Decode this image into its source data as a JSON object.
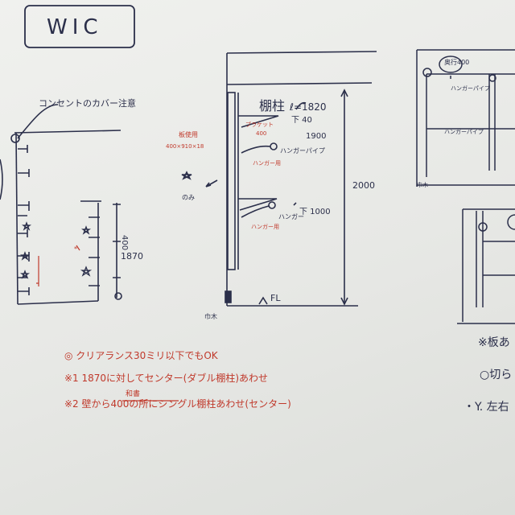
{
  "title": "WIC",
  "plan": {
    "outlet_note": "コンセントのカバー注意",
    "right_dims": [
      "400",
      "1870"
    ]
  },
  "section": {
    "post_label": "棚柱",
    "post_length": "ℓ=1820",
    "top_level": "下 40",
    "mid_level": "1900",
    "bracket": "ブラケット",
    "bracket_size": "400",
    "board_used": "板使用",
    "board_size": "400×910×18",
    "hanger_pipe": "ハンガーパイプ",
    "hanger_bar": "ハンガー用",
    "hanger_pipe_lower": "ハンガー",
    "hanger_bar_lower": "ハンガー用",
    "lower_level": "下 1000",
    "height": "2000",
    "mark_label": "のみ",
    "floor_line": "FL",
    "baseboard": "巾木"
  },
  "elevation": {
    "top_label": "奥行400",
    "hanger_upper": "ハンガーパイプ",
    "hanger_lower": "ハンガーパイプ",
    "baseboard": "巾木"
  },
  "notes": {
    "line1": "◎ クリアランス30ミリ以下でもOK",
    "line2": "※1  1870に対してセンター(ダブル棚柱)あわせ",
    "line3": "※2  壁から400の所にシングル棚柱あわせ(センター)",
    "struck": "和書"
  },
  "right_notes": {
    "line1": "※板あ",
    "line2": "○切ら",
    "line3": "・Y. 左右"
  }
}
